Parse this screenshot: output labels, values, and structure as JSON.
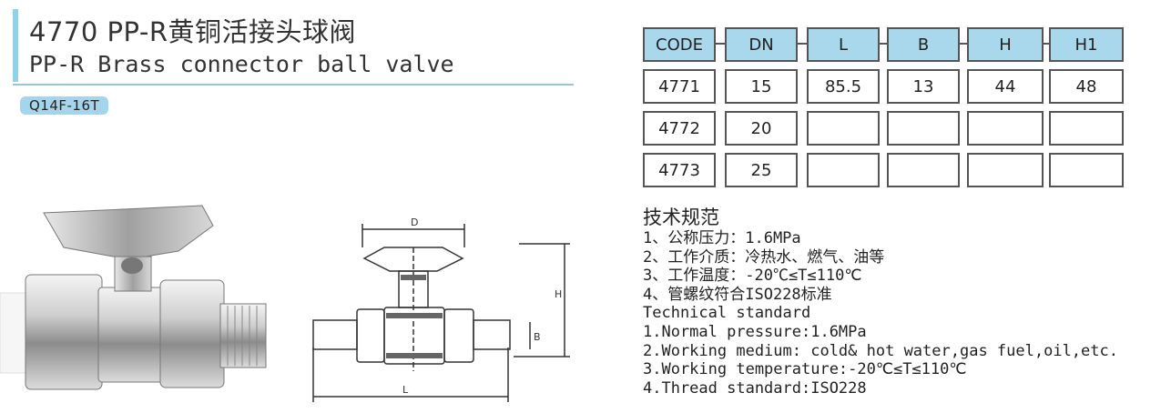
{
  "header": {
    "title_cn": "4770 PP-R黄铜活接头球阀",
    "title_en": "PP-R Brass connector ball valve",
    "model": "Q14F-16T",
    "accent_color": "#8fd2ea"
  },
  "table": {
    "columns": [
      "CODE",
      "DN",
      "L",
      "B",
      "H",
      "H1"
    ],
    "rows": [
      [
        "4771",
        "15",
        "85.5",
        "13",
        "44",
        "48"
      ],
      [
        "4772",
        "20",
        "",
        "",
        "",
        ""
      ],
      [
        "4773",
        "25",
        "",
        "",
        "",
        ""
      ]
    ],
    "header_color": "#a9d7eb"
  },
  "drawing": {
    "label_d": "D",
    "label_h": "H",
    "label_b": "B",
    "label_l": "L"
  },
  "tech": {
    "title_cn": "技术规范",
    "lines_cn": [
      "1、公称压力：1.6MPa",
      "2、工作介质：冷热水、燃气、油等",
      "3、工作温度：-20℃≤T≤110℃",
      "4、管螺纹符合ISO228标准"
    ],
    "title_en": "Technical standard",
    "lines_en": [
      "1.Normal pressure:1.6MPa",
      "2.Working medium: cold& hot water,gas fuel,oil,etc.",
      "3.Working temperature:-20℃≤T≤110℃",
      "4.Thread standard:ISO228"
    ]
  }
}
